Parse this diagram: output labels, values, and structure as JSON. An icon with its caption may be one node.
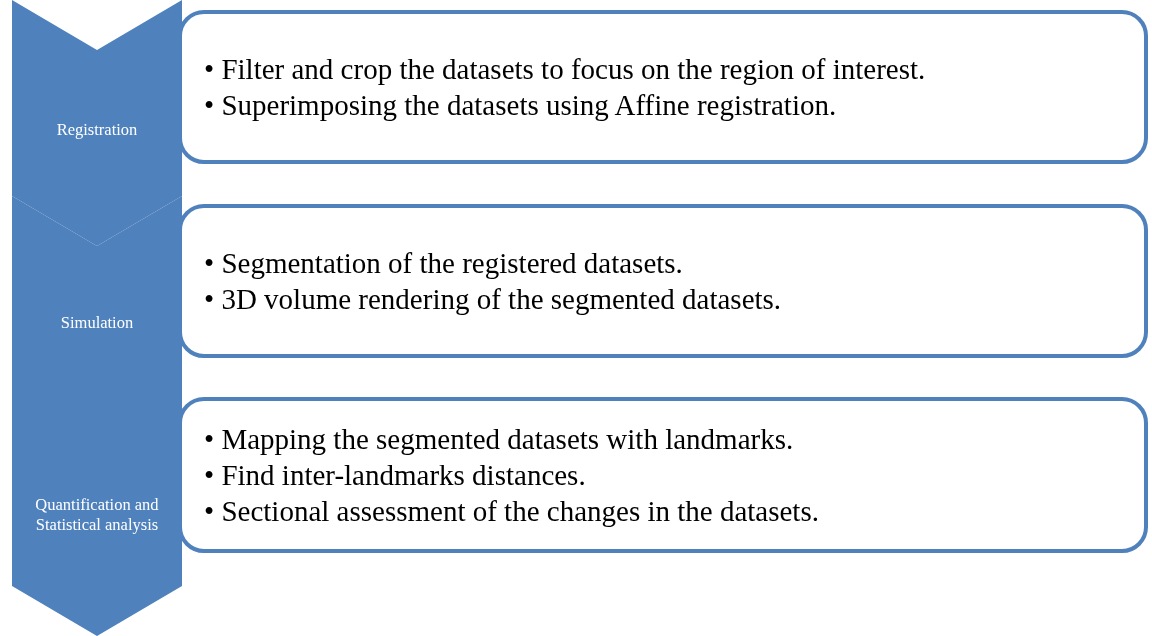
{
  "diagram": {
    "nodes": [
      {
        "text": [
          "Registration"
        ]
      },
      {
        "text": [
          "• Filter and crop the datasets to focus on the region of interest.",
          "• Superimposing the datasets using Affine registration."
        ]
      },
      {
        "text": [
          "Simulation"
        ]
      },
      {
        "text": [
          "• Segmentation of the registered datasets.",
          "• 3D volume rendering of the segmented datasets."
        ]
      },
      {
        "text": [
          "Quantification and Statistical analysis"
        ]
      },
      {
        "text": [
          "• Mapping the segmented datasets with landmarks.",
          "• Find inter-landmarks distances.",
          "• Sectional assessment of the changes in the datasets."
        ]
      }
    ],
    "edges": []
  }
}
